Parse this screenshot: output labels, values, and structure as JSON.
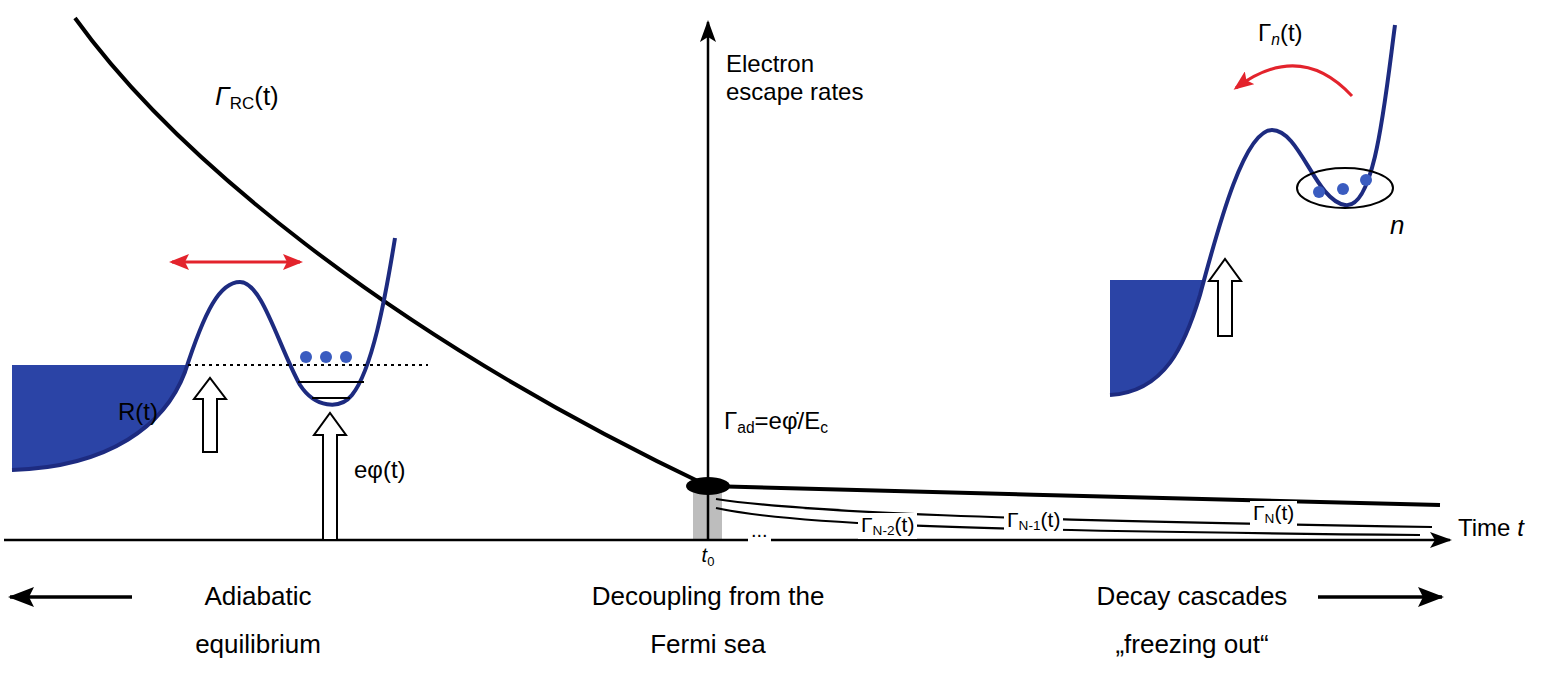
{
  "diagram": {
    "labels": [
      "Γ",
      "RC",
      "(t)",
      "Electron escape rates",
      "Γ",
      "ad",
      "=eφ̇/E",
      "c",
      "Γ",
      "n",
      "(t)",
      "n",
      "R(t)",
      "eφ(t)",
      "t",
      "0",
      "...",
      "Γ",
      "N-2",
      "(t)",
      "Γ",
      "N-1",
      "(t)",
      "Γ",
      "N",
      "(t)",
      "Time",
      "t",
      "Adiabatic equilibrium",
      "Decoupling from the Fermi sea",
      "Decay cascades „freezing out“"
    ]
  }
}
